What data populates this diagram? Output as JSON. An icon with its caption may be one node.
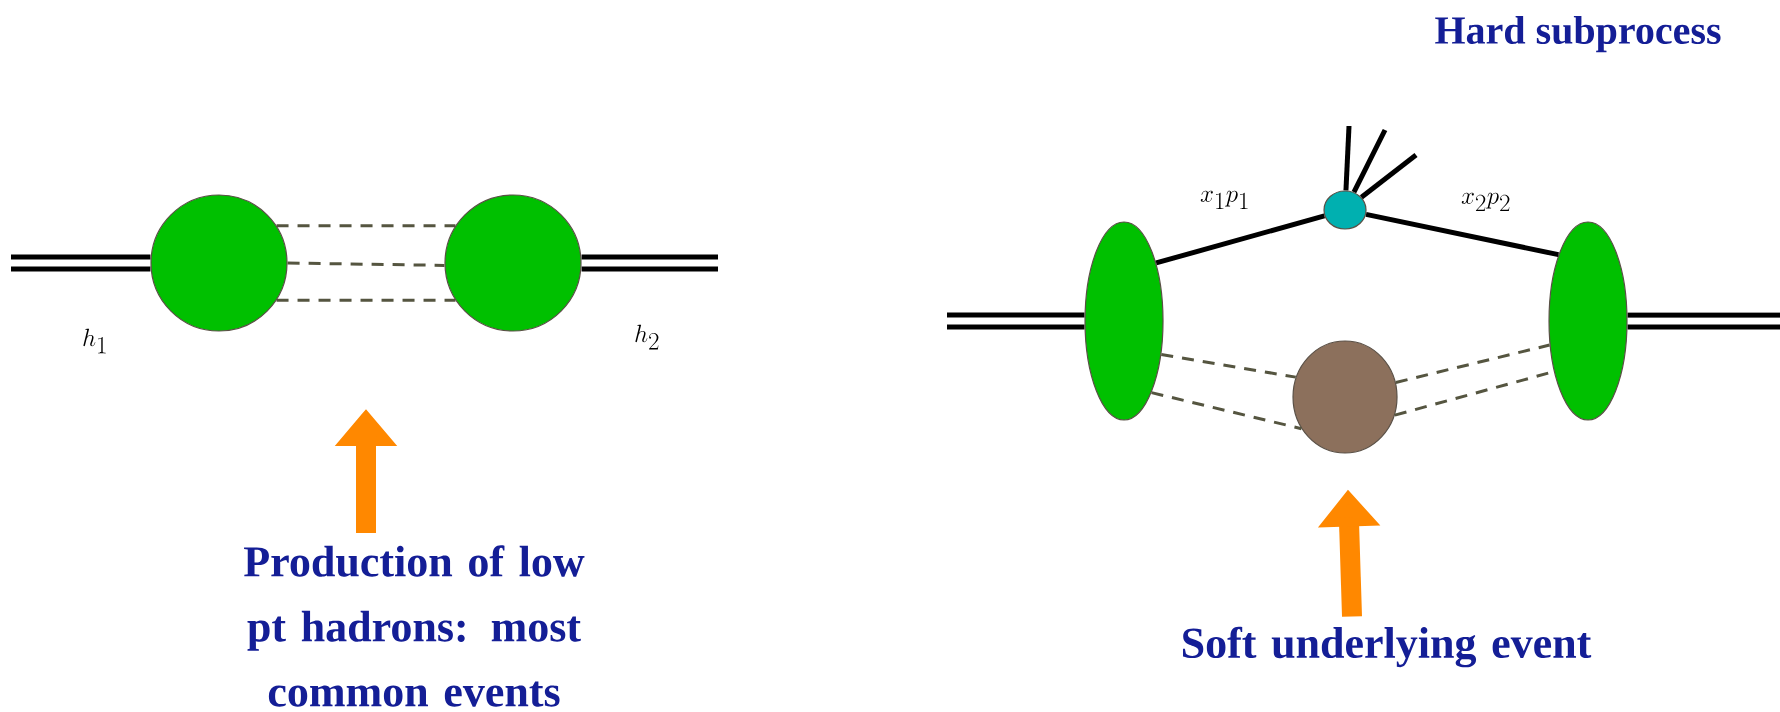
{
  "diagram": {
    "nodes": [
      {
        "text": [],
        "shape": "circle"
      },
      {
        "text": [],
        "shape": "circle"
      },
      {
        "text": [
          "Production of low pt hadrons: most common events"
        ]
      },
      {
        "text": [],
        "shape": "circle"
      },
      {
        "text": [],
        "shape": "circle"
      },
      {
        "text": [],
        "shape": "circle"
      },
      {
        "text": [],
        "shape": "circle"
      },
      {
        "text": [
          "Soft underlying event"
        ]
      }
    ],
    "edges": [
      {
        "from": null,
        "to": 0,
        "arrow": "none",
        "style": "thick"
      },
      {
        "from": 1,
        "to": null,
        "arrow": "none",
        "style": "thick"
      },
      {
        "from": 0,
        "to": 1,
        "arrow": "none",
        "style": "dashed",
        "color": "#555540"
      },
      {
        "from": 0,
        "to": 1,
        "arrow": "none",
        "style": "dashed",
        "color": "#555540"
      },
      {
        "from": 0,
        "to": 1,
        "arrow": "none",
        "style": "dashed",
        "color": "#555540"
      },
      {
        "from": 2,
        "to": null,
        "arrow": "to",
        "style": "thick",
        "color": "#ff8800"
      },
      {
        "from": null,
        "to": 3,
        "arrow": "none",
        "style": "thick"
      },
      {
        "from": 3,
        "to": 4,
        "arrow": "none",
        "label": "x_1p_1"
      },
      {
        "from": 4,
        "to": 6,
        "arrow": "none",
        "label": "x_2p_2"
      },
      {
        "from": 4,
        "to": null,
        "arrow": "none"
      },
      {
        "from": 4,
        "to": null,
        "arrow": "none"
      },
      {
        "from": 4,
        "to": null,
        "arrow": "none"
      },
      {
        "from": 3,
        "to": 5,
        "arrow": "none",
        "style": "dashed",
        "color": "#555540"
      },
      {
        "from": 3,
        "to": 5,
        "arrow": "none",
        "style": "dashed",
        "color": "#555540"
      },
      {
        "from": 5,
        "to": 6,
        "arrow": "none",
        "style": "dashed",
        "color": "#555540"
      },
      {
        "from": 5,
        "to": 6,
        "arrow": "none",
        "style": "dashed",
        "color": "#555540"
      },
      {
        "from": 6,
        "to": null,
        "arrow": "none",
        "style": "thick"
      },
      {
        "from": 7,
        "to": 5,
        "arrow": "to",
        "style": "thick",
        "color": "#ff8800"
      }
    ],
    "labels": [
      "Hard subprocess",
      "h_1",
      "h_2"
    ]
  }
}
